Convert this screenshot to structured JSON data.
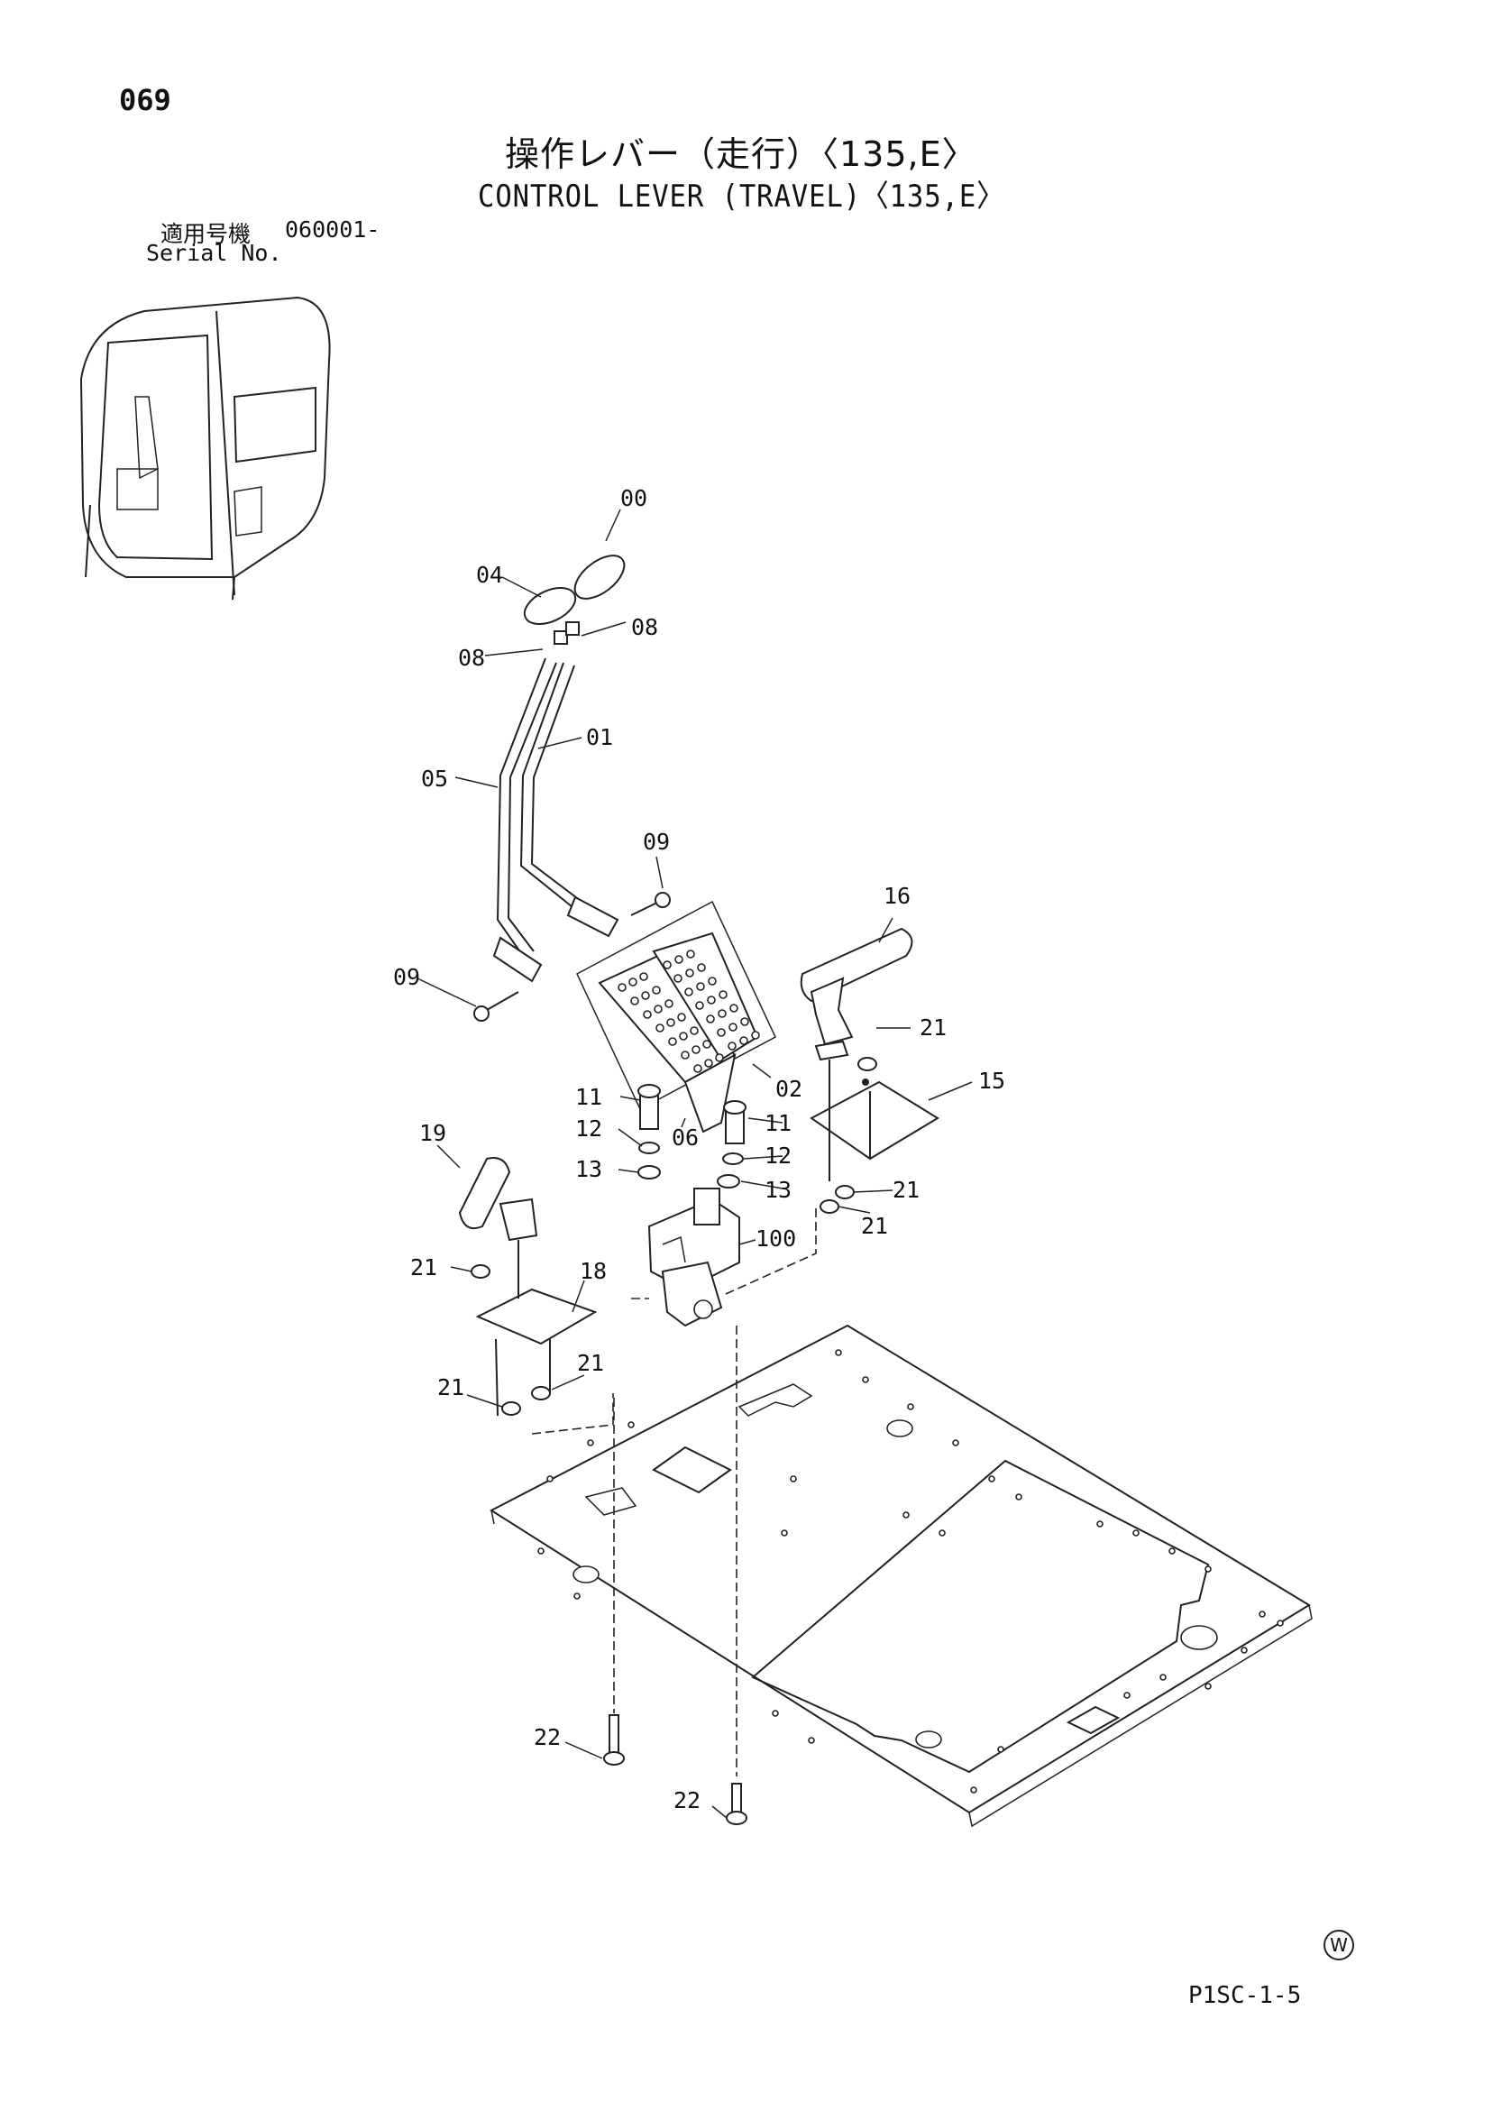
{
  "header": {
    "page_number": "069",
    "title_jp": "操作レバー（走行）〈135,E〉",
    "title_en": "CONTROL LEVER (TRAVEL)〈135,E〉",
    "serial_label_jp": "適用号機",
    "serial_value": "060001-",
    "serial_label_en": "Serial No."
  },
  "callouts": {
    "c00": "00",
    "c04": "04",
    "c08a": "08",
    "c08b": "08",
    "c01": "01",
    "c05": "05",
    "c09a": "09",
    "c09b": "09",
    "c16": "16",
    "c21a": "21",
    "c02": "02",
    "c15": "15",
    "c11a": "11",
    "c12a": "12",
    "c06": "06",
    "c11b": "11",
    "c12b": "12",
    "c13a": "13",
    "c13b": "13",
    "c19": "19",
    "c21b": "21",
    "c21c": "21",
    "c100": "100",
    "c21d": "21",
    "c18": "18",
    "c21e": "21",
    "c21f": "21",
    "c22a": "22",
    "c22b": "22"
  },
  "footer": {
    "watermark_symbol": "W",
    "page_code": "P1SC-1-5"
  }
}
